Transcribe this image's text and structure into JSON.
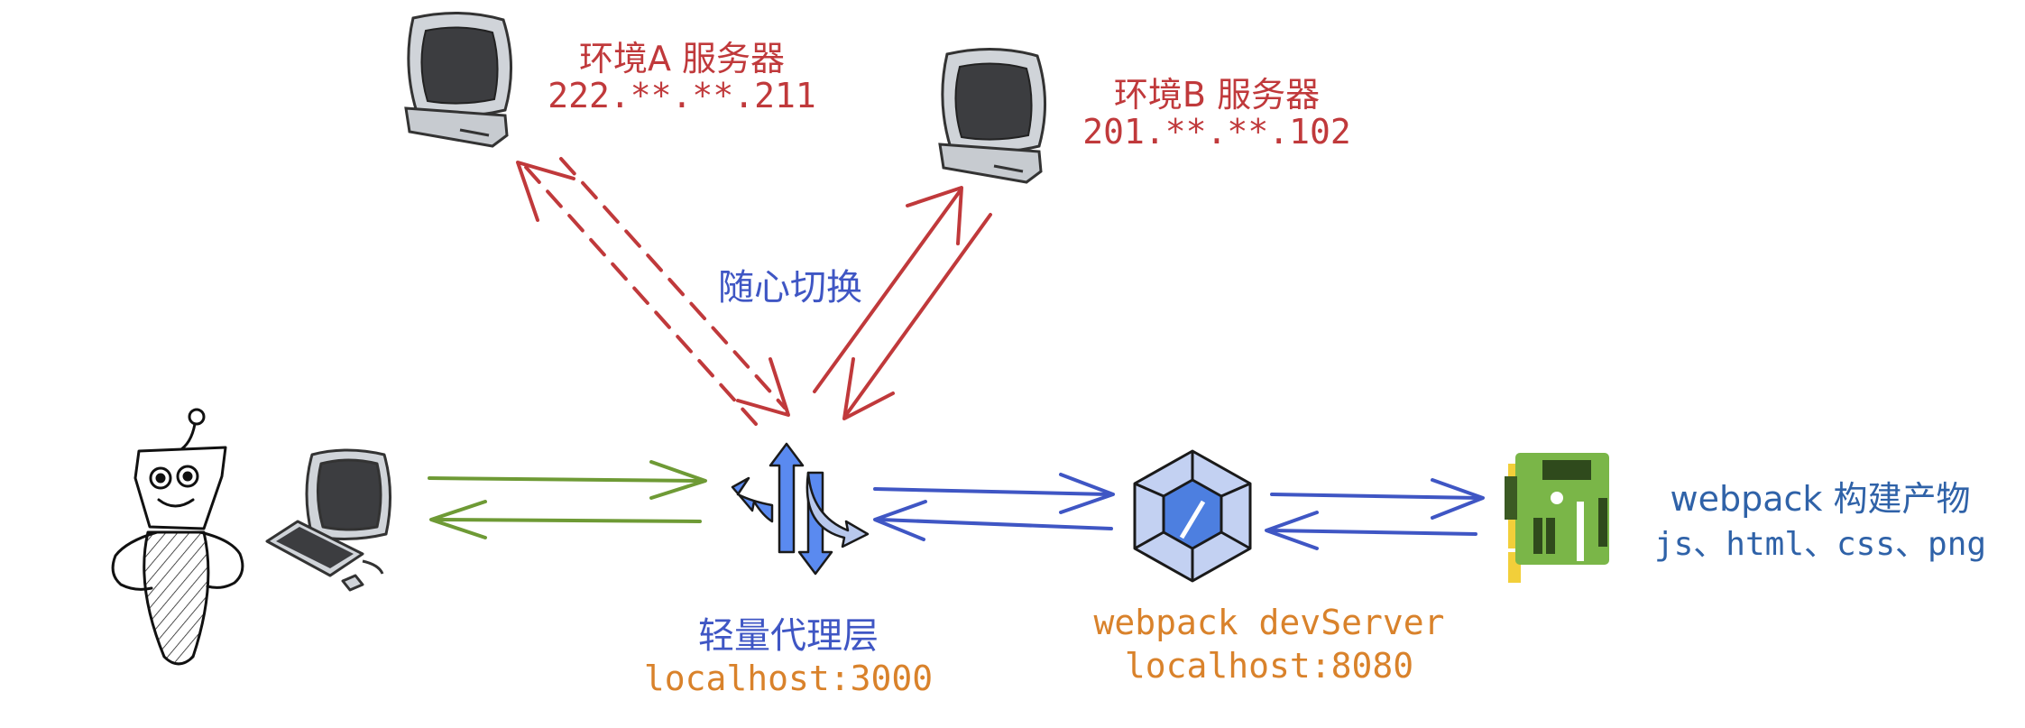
{
  "server_a": {
    "name": "环境A 服务器",
    "ip": "222.**.**.211"
  },
  "server_b": {
    "name": "环境B 服务器",
    "ip": "201.**.**.102"
  },
  "switch_note": "随心切换",
  "proxy": {
    "name": "轻量代理层",
    "address": "localhost:3000"
  },
  "dev_server": {
    "name": "webpack devServer",
    "address": "localhost:8080"
  },
  "build_output": {
    "title": "webpack 构建产物",
    "files": "js、html、css、png"
  },
  "colors": {
    "server_arrows": "#c0393b",
    "user_arrows": "#6e9a35",
    "proxy_arrows": "#3f56c4",
    "devserver_text": "#d9822b",
    "output_text": "#2f62a8"
  },
  "icons": [
    "user-robot-icon",
    "computer-icon",
    "proxy-merge-icon",
    "webpack-icon",
    "circuit-board-icon",
    "monitor-icon"
  ]
}
